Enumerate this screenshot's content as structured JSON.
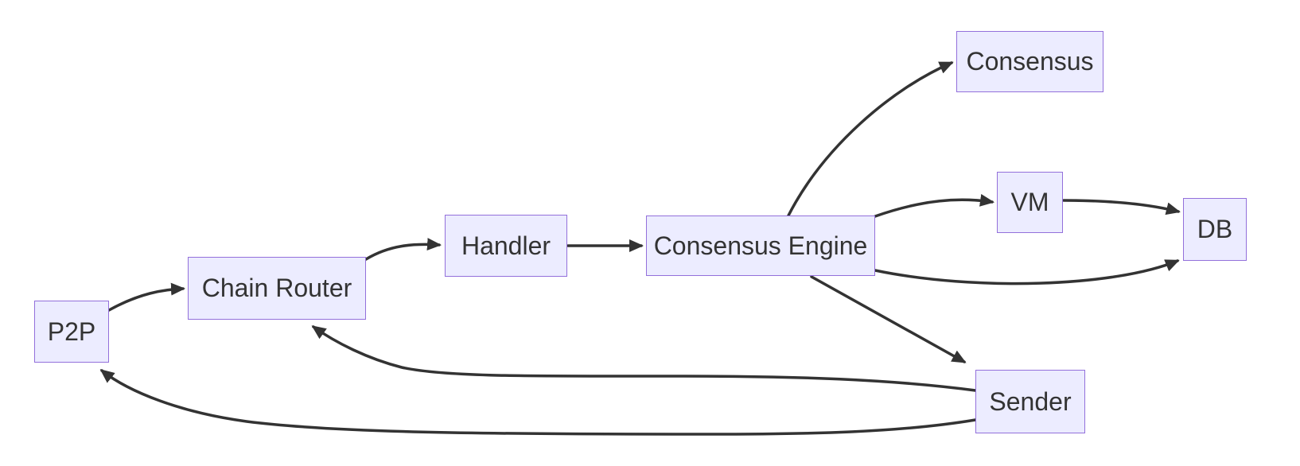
{
  "diagram": {
    "type": "flowchart",
    "direction": "left-to-right",
    "colors": {
      "background": "#ffffff",
      "node_fill": "#ECECFF",
      "node_border": "#9370DB",
      "node_text": "#333333",
      "edge_stroke": "#333333"
    },
    "nodes": [
      {
        "id": "p2p",
        "label": "P2P"
      },
      {
        "id": "chain-router",
        "label": "Chain Router"
      },
      {
        "id": "handler",
        "label": "Handler"
      },
      {
        "id": "consensus-engine",
        "label": "Consensus Engine"
      },
      {
        "id": "consensus",
        "label": "Consensus"
      },
      {
        "id": "vm",
        "label": "VM"
      },
      {
        "id": "db",
        "label": "DB"
      },
      {
        "id": "sender",
        "label": "Sender"
      }
    ],
    "edges": [
      {
        "from": "P2P",
        "to": "Chain Router"
      },
      {
        "from": "Chain Router",
        "to": "Handler"
      },
      {
        "from": "Handler",
        "to": "Consensus Engine"
      },
      {
        "from": "Consensus Engine",
        "to": "Consensus"
      },
      {
        "from": "Consensus Engine",
        "to": "VM"
      },
      {
        "from": "VM",
        "to": "DB"
      },
      {
        "from": "Consensus Engine",
        "to": "DB"
      },
      {
        "from": "Consensus Engine",
        "to": "Sender"
      },
      {
        "from": "Sender",
        "to": "Chain Router"
      },
      {
        "from": "Sender",
        "to": "P2P"
      }
    ]
  }
}
